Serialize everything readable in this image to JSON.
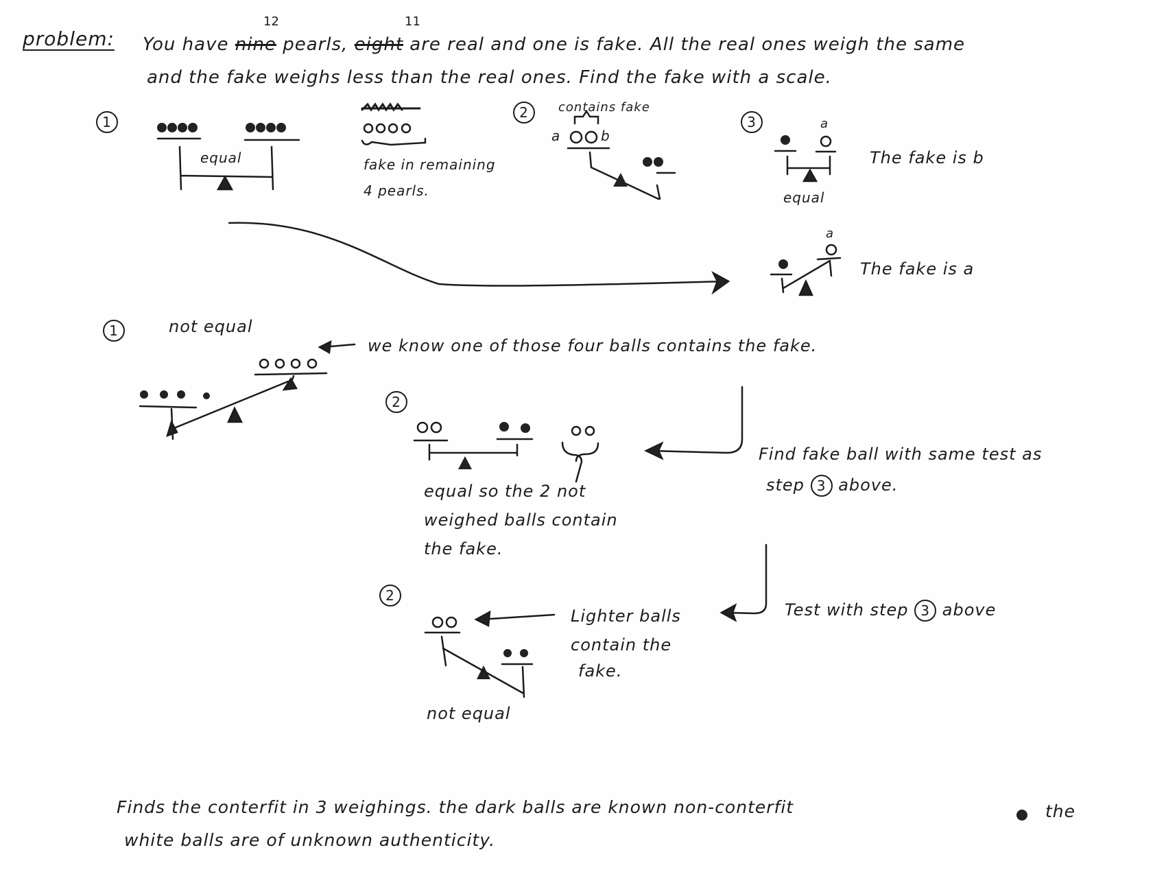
{
  "problem": {
    "label": "problem:",
    "line1_a": "You have",
    "crossed_count": "nine",
    "count": "12",
    "line1_b": "pearls,",
    "crossed_real": "eight",
    "real_count": "11",
    "line1_c": "are real and one is fake. All the real ones weigh the same",
    "line2": "and the fake weighs less than the real ones. Find the fake with a scale."
  },
  "top": {
    "step1": "1",
    "equal": "equal",
    "crossed_label": "scribble",
    "remaining": [
      "fake in remaining",
      "4 pearls."
    ],
    "step2": "2",
    "contains_fake": "contains fake",
    "ab_label_a": "a",
    "ab_label_b": "b",
    "step3": "3",
    "a_label": "a",
    "fake_is_b": "The fake is b",
    "equal3": "equal",
    "a_label2": "a",
    "fake_is_a": "The fake is a"
  },
  "bottom": {
    "step1": "1",
    "not_equal": "not equal",
    "we_know": "we know one of those four balls contains the fake.",
    "step2a": "2",
    "equal_note": [
      "equal so the 2 not",
      "weighed balls contain",
      "the fake."
    ],
    "find_note_1": "Find fake ball with same test as",
    "find_note_2a": "step",
    "find_note_step": "3",
    "find_note_2b": "above.",
    "step2b": "2",
    "lighter_note": [
      "Lighter balls",
      "contain the",
      "fake."
    ],
    "not_equal2": "not equal",
    "test_a": "Test with step",
    "test_step": "3",
    "test_b": "above"
  },
  "footer": {
    "line1_a": "Finds the conterfit in 3 weighings. the dark balls are known non-conterfit",
    "line1_b": "the",
    "line2": "white balls are of unknown authenticity."
  }
}
